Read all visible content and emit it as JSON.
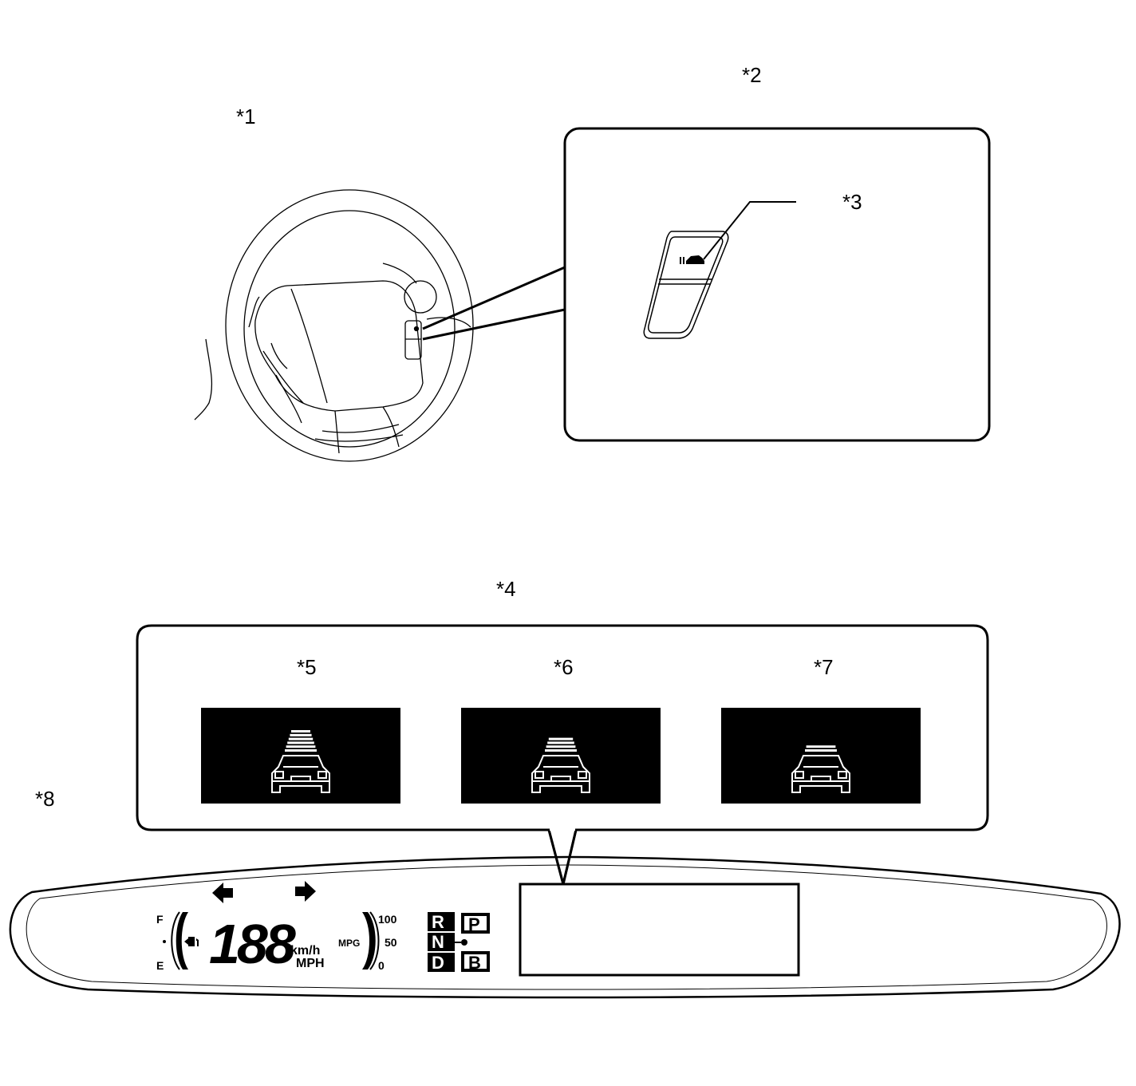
{
  "callouts": {
    "c1": "*1",
    "c2": "*2",
    "c3": "*3",
    "c4": "*4",
    "c5": "*5",
    "c6": "*6",
    "c7": "*7",
    "c8": "*8"
  },
  "hud": {
    "fuel_full": "F",
    "fuel_empty": "E",
    "speed": "188",
    "unit_kmh": "km/h",
    "unit_mph": "MPH",
    "mpg_label": "MPG",
    "mpg_ticks": [
      "100",
      "50",
      "0"
    ],
    "gears": {
      "r": "R",
      "n": "N",
      "d": "D",
      "p": "P",
      "b": "B"
    }
  },
  "distance_panels": [
    {
      "callout_key": "c5",
      "bars": 6
    },
    {
      "callout_key": "c6",
      "bars": 4
    },
    {
      "callout_key": "c7",
      "bars": 2
    }
  ],
  "colors": {
    "line": "#000000",
    "panel": "#000000",
    "background": "#ffffff"
  }
}
